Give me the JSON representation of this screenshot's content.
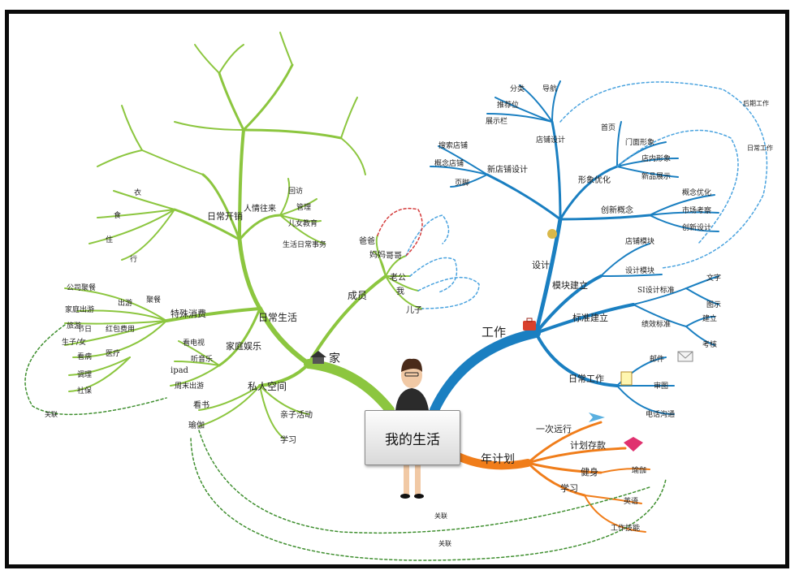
{
  "center": {
    "title": "我的生活"
  },
  "colors": {
    "green": "#8cc63f",
    "blue": "#1a7fc1",
    "orange": "#f07d1a",
    "dotted_green": "#3f8f2f",
    "dotted_blue": "#4aa3df"
  },
  "branches": {
    "home": {
      "label": "家",
      "members": {
        "label": "成员",
        "items": [
          "爸爸",
          "妈妈",
          "哥哥",
          "老公",
          "我",
          "儿子"
        ]
      },
      "daily": {
        "label": "日常生活",
        "fixed": {
          "label": "日常开销",
          "items": [
            "衣",
            "食",
            "住",
            "行"
          ]
        },
        "special": {
          "label": "特殊消费",
          "items": [
            "出游",
            "聚餐",
            "红包费用",
            "节日",
            "医疗",
            "旅游",
            "家庭出游",
            "公司聚餐",
            "生子/女",
            "看病",
            "调理",
            "社保"
          ]
        },
        "ent": {
          "label": "家庭娱乐",
          "items": [
            "看电视",
            "听音乐",
            "ipad",
            "周末出游"
          ]
        },
        "misc": {
          "label": "人情往来",
          "items": [
            "回访",
            "管理",
            "儿女教育",
            "生活日常事务"
          ]
        }
      },
      "private": {
        "label": "私人空间",
        "items": [
          "看书",
          "瑜伽",
          "亲子活动",
          "学习"
        ]
      }
    },
    "work": {
      "label": "工作",
      "design": {
        "label": "设计",
        "items": [
          "店铺设计",
          "分类",
          "导航",
          "推荐位",
          "展示栏"
        ]
      },
      "new_store": {
        "label": "新店铺设计",
        "items": [
          "搜索店铺",
          "概念店铺",
          "页脚"
        ]
      },
      "image": {
        "label": "形象优化",
        "items": [
          "首页",
          "门面形象",
          "店内形象",
          "新品展示"
        ]
      },
      "innovate": {
        "label": "创新概念",
        "items": [
          "概念优化",
          "市场考察",
          "创新设计"
        ]
      },
      "module": {
        "label": "模块建立",
        "items": [
          "店铺模块",
          "设计模块"
        ]
      },
      "standard": {
        "label": "标准建立",
        "items": [
          "SI设计标准",
          "文字",
          "图示",
          "绩效标准",
          "建立",
          "考核"
        ]
      },
      "daily_work": {
        "label": "日常工作",
        "items": [
          "邮件",
          "审图",
          "电话沟通"
        ]
      },
      "dotted_labels": [
        "后期工作",
        "日常工作"
      ]
    },
    "plan": {
      "label": "年计划",
      "items": [
        "一次远行",
        "计划存款",
        "健身",
        "瑜伽",
        "学习",
        "英语",
        "工作技能"
      ]
    }
  },
  "connectors": {
    "home_left": "关联",
    "bottom_1": "关联",
    "bottom_2": "关联"
  }
}
